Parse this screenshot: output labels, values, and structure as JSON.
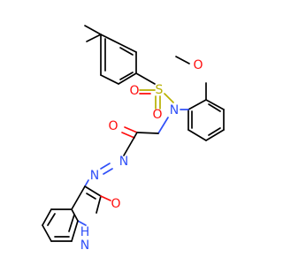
{
  "atoms": {
    "sulfur": {
      "symbol": "S",
      "color": "#b8b000"
    },
    "sulfonyl_o_left": {
      "symbol": "O",
      "color": "#ff0d0d"
    },
    "sulfonyl_o_bottom": {
      "symbol": "O",
      "color": "#ff0d0d"
    },
    "sulfonamide_n": {
      "symbol": "N",
      "color": "#3050f8"
    },
    "methoxy_o": {
      "symbol": "O",
      "color": "#ff0d0d"
    },
    "carbonyl_o": {
      "symbol": "O",
      "color": "#ff0d0d"
    },
    "azo_n1": {
      "symbol": "N",
      "color": "#3050f8"
    },
    "azo_n2": {
      "symbol": "N",
      "color": "#3050f8"
    },
    "hydroxy_o": {
      "symbol": "O",
      "color": "#ff0d0d"
    },
    "indole_h": {
      "symbol": "H",
      "color": "#3050f8"
    },
    "indole_n": {
      "symbol": "N",
      "color": "#3050f8"
    }
  }
}
